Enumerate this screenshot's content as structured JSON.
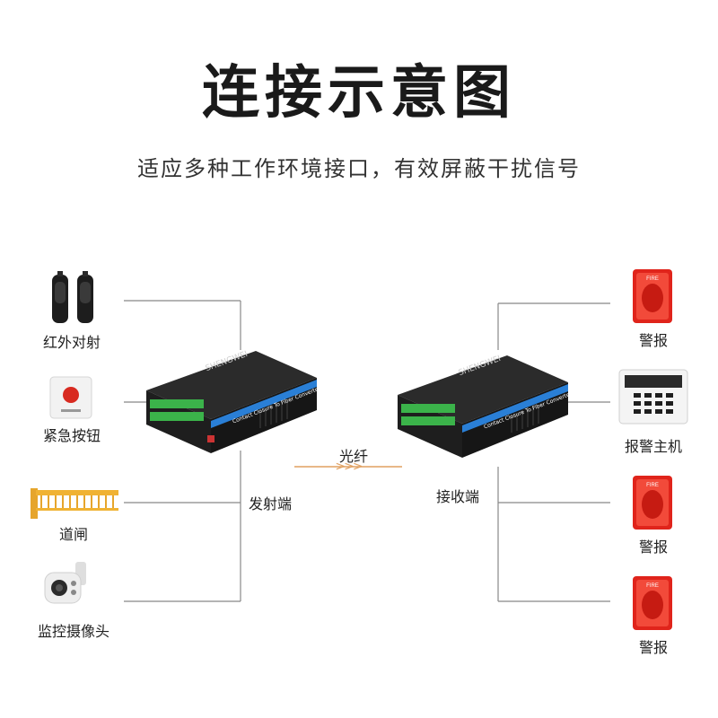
{
  "title": "连接示意图",
  "subtitle": "适应多种工作环境接口，有效屏蔽干扰信号",
  "left_devices": [
    {
      "label": "红外对射",
      "icon": "infrared-beam-icon"
    },
    {
      "label": "紧急按钮",
      "icon": "emergency-button-icon"
    },
    {
      "label": "道闸",
      "icon": "barrier-gate-icon"
    },
    {
      "label": "监控摄像头",
      "icon": "camera-icon"
    }
  ],
  "right_devices": [
    {
      "label": "警报",
      "icon": "alarm-siren-icon"
    },
    {
      "label": "报警主机",
      "icon": "alarm-host-icon"
    },
    {
      "label": "警报",
      "icon": "alarm-siren-icon"
    },
    {
      "label": "警报",
      "icon": "alarm-siren-icon"
    }
  ],
  "transmitter": {
    "label": "发射端",
    "brand": "SHENGWEI",
    "stripe_text": "Contact Closure To Fiber Converter"
  },
  "receiver": {
    "label": "接收端",
    "brand": "SHENGWEI",
    "stripe_text": "Contact Closure To Fiber Converter"
  },
  "fiber": {
    "label": "光纤",
    "arrows": ">>>"
  },
  "colors": {
    "fiber": "#e0a060",
    "stripe": "#2a7fd6",
    "terminal": "#3bb34a",
    "siren": "#e0241b"
  }
}
